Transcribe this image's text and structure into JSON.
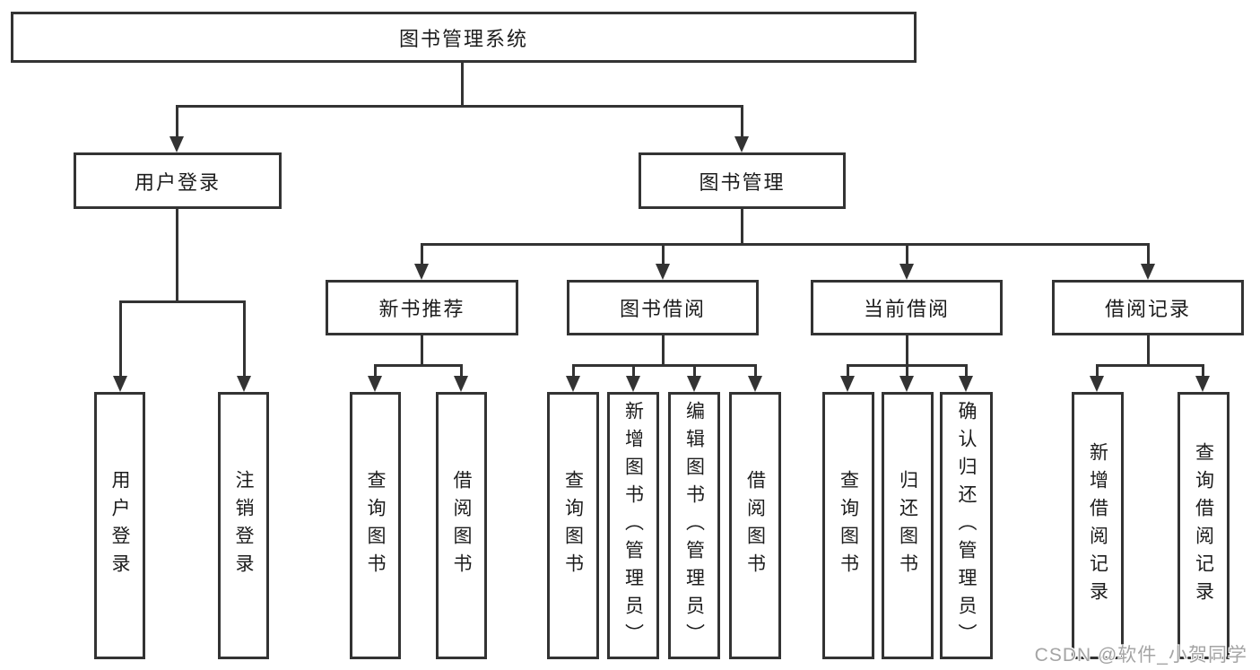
{
  "tree": {
    "root": "图书管理系统",
    "children": [
      {
        "label": "用户登录",
        "children": [
          "用户登录",
          "注销登录"
        ]
      },
      {
        "label": "图书管理",
        "children": [
          {
            "label": "新书推荐",
            "children": [
              "查询图书",
              "借阅图书"
            ]
          },
          {
            "label": "图书借阅",
            "children": [
              "查询图书",
              "新增图书（管理员）",
              "编辑图书（管理员）",
              "借阅图书"
            ]
          },
          {
            "label": "当前借阅",
            "children": [
              "查询图书",
              "归还图书",
              "确认归还（管理员）"
            ]
          },
          {
            "label": "借阅记录",
            "children": [
              "新增借阅记录",
              "查询借阅记录"
            ]
          }
        ]
      }
    ]
  },
  "watermark": "CSDN @软件_小贺同学",
  "colors": {
    "line": "#333333",
    "text": "#1c1c1c",
    "background": "#ffffff",
    "watermark": "#a4a4a4"
  }
}
